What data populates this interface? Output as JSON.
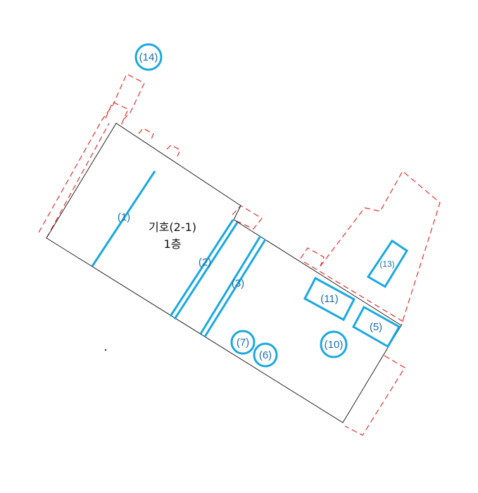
{
  "building": {
    "title_line1": "기호(2-1)",
    "title_line2": "1층"
  },
  "labels": {
    "l1": "(1)",
    "l2": "(2)",
    "l3": "(3)",
    "l5": "(5)",
    "l6": "(6)",
    "l7": "(7)",
    "l10": "(10)",
    "l11": "(11)",
    "l13": "(13)",
    "l14": "(14)"
  },
  "colors": {
    "outline": "#222222",
    "boundary_dashed": "#e03030",
    "markup_blue": "#1ba8e0"
  }
}
